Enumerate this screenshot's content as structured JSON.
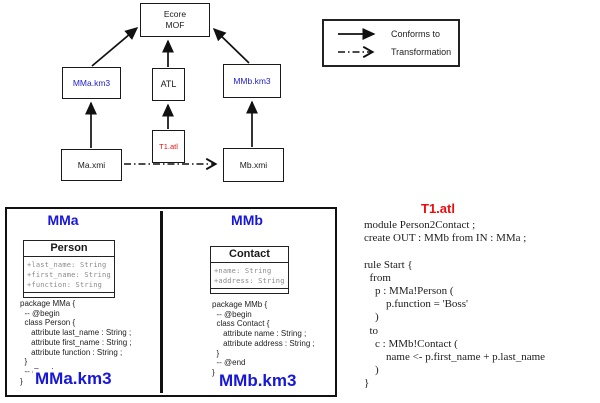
{
  "diagram": {
    "nodes": {
      "ecore": {
        "line1": "Ecore",
        "line2": "MOF"
      },
      "mma_km3": {
        "label": "MMa.km3"
      },
      "atl": {
        "label": "ATL"
      },
      "mmb_km3": {
        "label": "MMb.km3"
      },
      "t1_atl": {
        "label": "T1.atl"
      },
      "ma_xmi": {
        "label": "Ma.xmi"
      },
      "mb_xmi": {
        "label": "Mb.xmi"
      }
    }
  },
  "legend": {
    "items": [
      {
        "label": "Conforms to",
        "style": "solid-arrow"
      },
      {
        "label": "Transformation",
        "style": "dash-dot-open-arrow"
      }
    ]
  },
  "metamodel_panel": {
    "mma": {
      "title": "MMa",
      "uml_class": {
        "name": "Person",
        "attributes": [
          "+last_name: String",
          "+first_name: String",
          "+function: String"
        ]
      },
      "km3_code": "package MMa {\n  -- @begin\n  class Person {\n     attribute last_name : String ;\n     attribute first_name : String ;\n     attribute function : String ;\n  }\n  -- @end\n}",
      "file_label": "MMa.km3"
    },
    "mmb": {
      "title": "MMb",
      "uml_class": {
        "name": "Contact",
        "attributes": [
          "+name: String",
          "+address: String"
        ]
      },
      "km3_code": "package MMb {\n  -- @begin\n  class Contact {\n     attribute name : String ;\n     attribute address : String ;\n  }\n  -- @end\n}",
      "file_label": "MMb.km3"
    }
  },
  "atl_listing": {
    "title": "T1.atl",
    "code": "module Person2Contact ;\ncreate OUT : MMb from IN : MMa ;\n\nrule Start {\n  from\n    p : MMa!Person (\n        p.function = 'Boss'\n    )\n  to\n    c : MMb!Contact (\n        name <- p.first_name + p.last_name\n    )\n}"
  },
  "colors": {
    "blue_label": "#1717d8",
    "red_label": "#ee0b0b",
    "attr_gray": "#8a8a8a",
    "line_black": "#111111"
  }
}
